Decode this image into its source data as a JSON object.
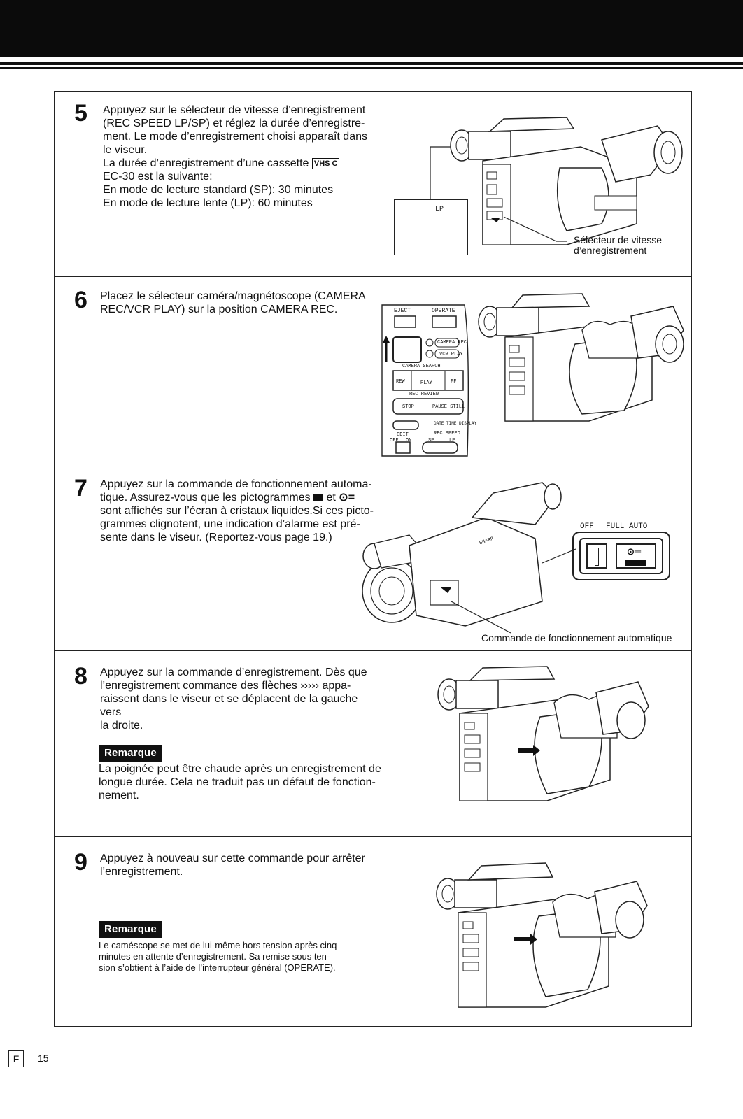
{
  "footer": {
    "box": "F",
    "page": "15"
  },
  "steps": [
    {
      "number": "5",
      "lines": [
        "Appuyez sur le sélecteur de vitesse d’enregistrement",
        "(REC SPEED LP/SP) et réglez la durée d’enregistre-",
        "ment. Le mode d’enregistrement choisi apparaît dans",
        "le viseur.",
        "La durée d’enregistrement d’une cassette",
        "EC-30 est la suivante:",
        "En mode de lecture standard (SP): 30 minutes",
        "En mode de lecture lente (LP): 60 minutes"
      ],
      "vhs_logo": "VHS C",
      "viewfinder_label": "LP",
      "caption_lines": [
        "Sélecteur de vitesse",
        "d’enregistrement"
      ]
    },
    {
      "number": "6",
      "lines": [
        "Placez le sélecteur caméra/magnétoscope (CAMERA",
        "REC/VCR PLAY) sur la position CAMERA REC."
      ],
      "panel": {
        "eject": "EJECT",
        "operate": "OPERATE",
        "camera_rec": "CAMERA REC",
        "vcr_play": "VCR PLAY",
        "camera_search": "CAMERA SEARCH",
        "rew": "REW",
        "play": "PLAY",
        "ff": "FF",
        "rec_review": "REC REVIEW",
        "stop": "STOP",
        "pause_still": "PAUSE STILL",
        "date_time_display": "DATE TIME DISPLAY",
        "edit": "EDIT",
        "off": "OFF",
        "on": "ON",
        "rec_speed": "REC SPEED",
        "sp": "SP",
        "lp": "LP"
      }
    },
    {
      "number": "7",
      "lines": [
        "Appuyez sur la commande de fonctionnement automa-",
        "tique. Assurez-vous que les pictogrammes",
        "sont affichés sur l’écran à cristaux liquides.Si ces picto-",
        "grammes clignotent, une indication d’alarme est pré-",
        "sente dans le viseur. (Reportez-vous page 19.)"
      ],
      "inline_et": "et",
      "switch_off": "OFF",
      "switch_full_auto": "FULL AUTO",
      "brand": "SHARP",
      "caption": "Commande de fonctionnement automatique"
    },
    {
      "number": "8",
      "lines": [
        "Appuyez sur la commande d’enregistrement. Dès que",
        "l’enregistrement commance des flèches ››››› appa-",
        "raissent dans le viseur et se déplacent de la gauche vers",
        "la droite."
      ],
      "remark_label": "Remarque",
      "remark_lines": [
        "La poignée peut être chaude après un enregistrement de",
        "longue durée. Cela ne traduit pas un défaut de fonction-",
        "nement."
      ]
    },
    {
      "number": "9",
      "lines": [
        "Appuyez à nouveau sur cette commande pour arrêter",
        "l’enregistrement."
      ],
      "remark_label": "Remarque",
      "remark_lines": [
        "Le caméscope se met de lui-même hors tension après cinq",
        "minutes en attente d’enregistrement. Sa remise sous ten-",
        "sion s’obtient à l’aide de l’interrupteur général (OPERATE)."
      ]
    }
  ]
}
